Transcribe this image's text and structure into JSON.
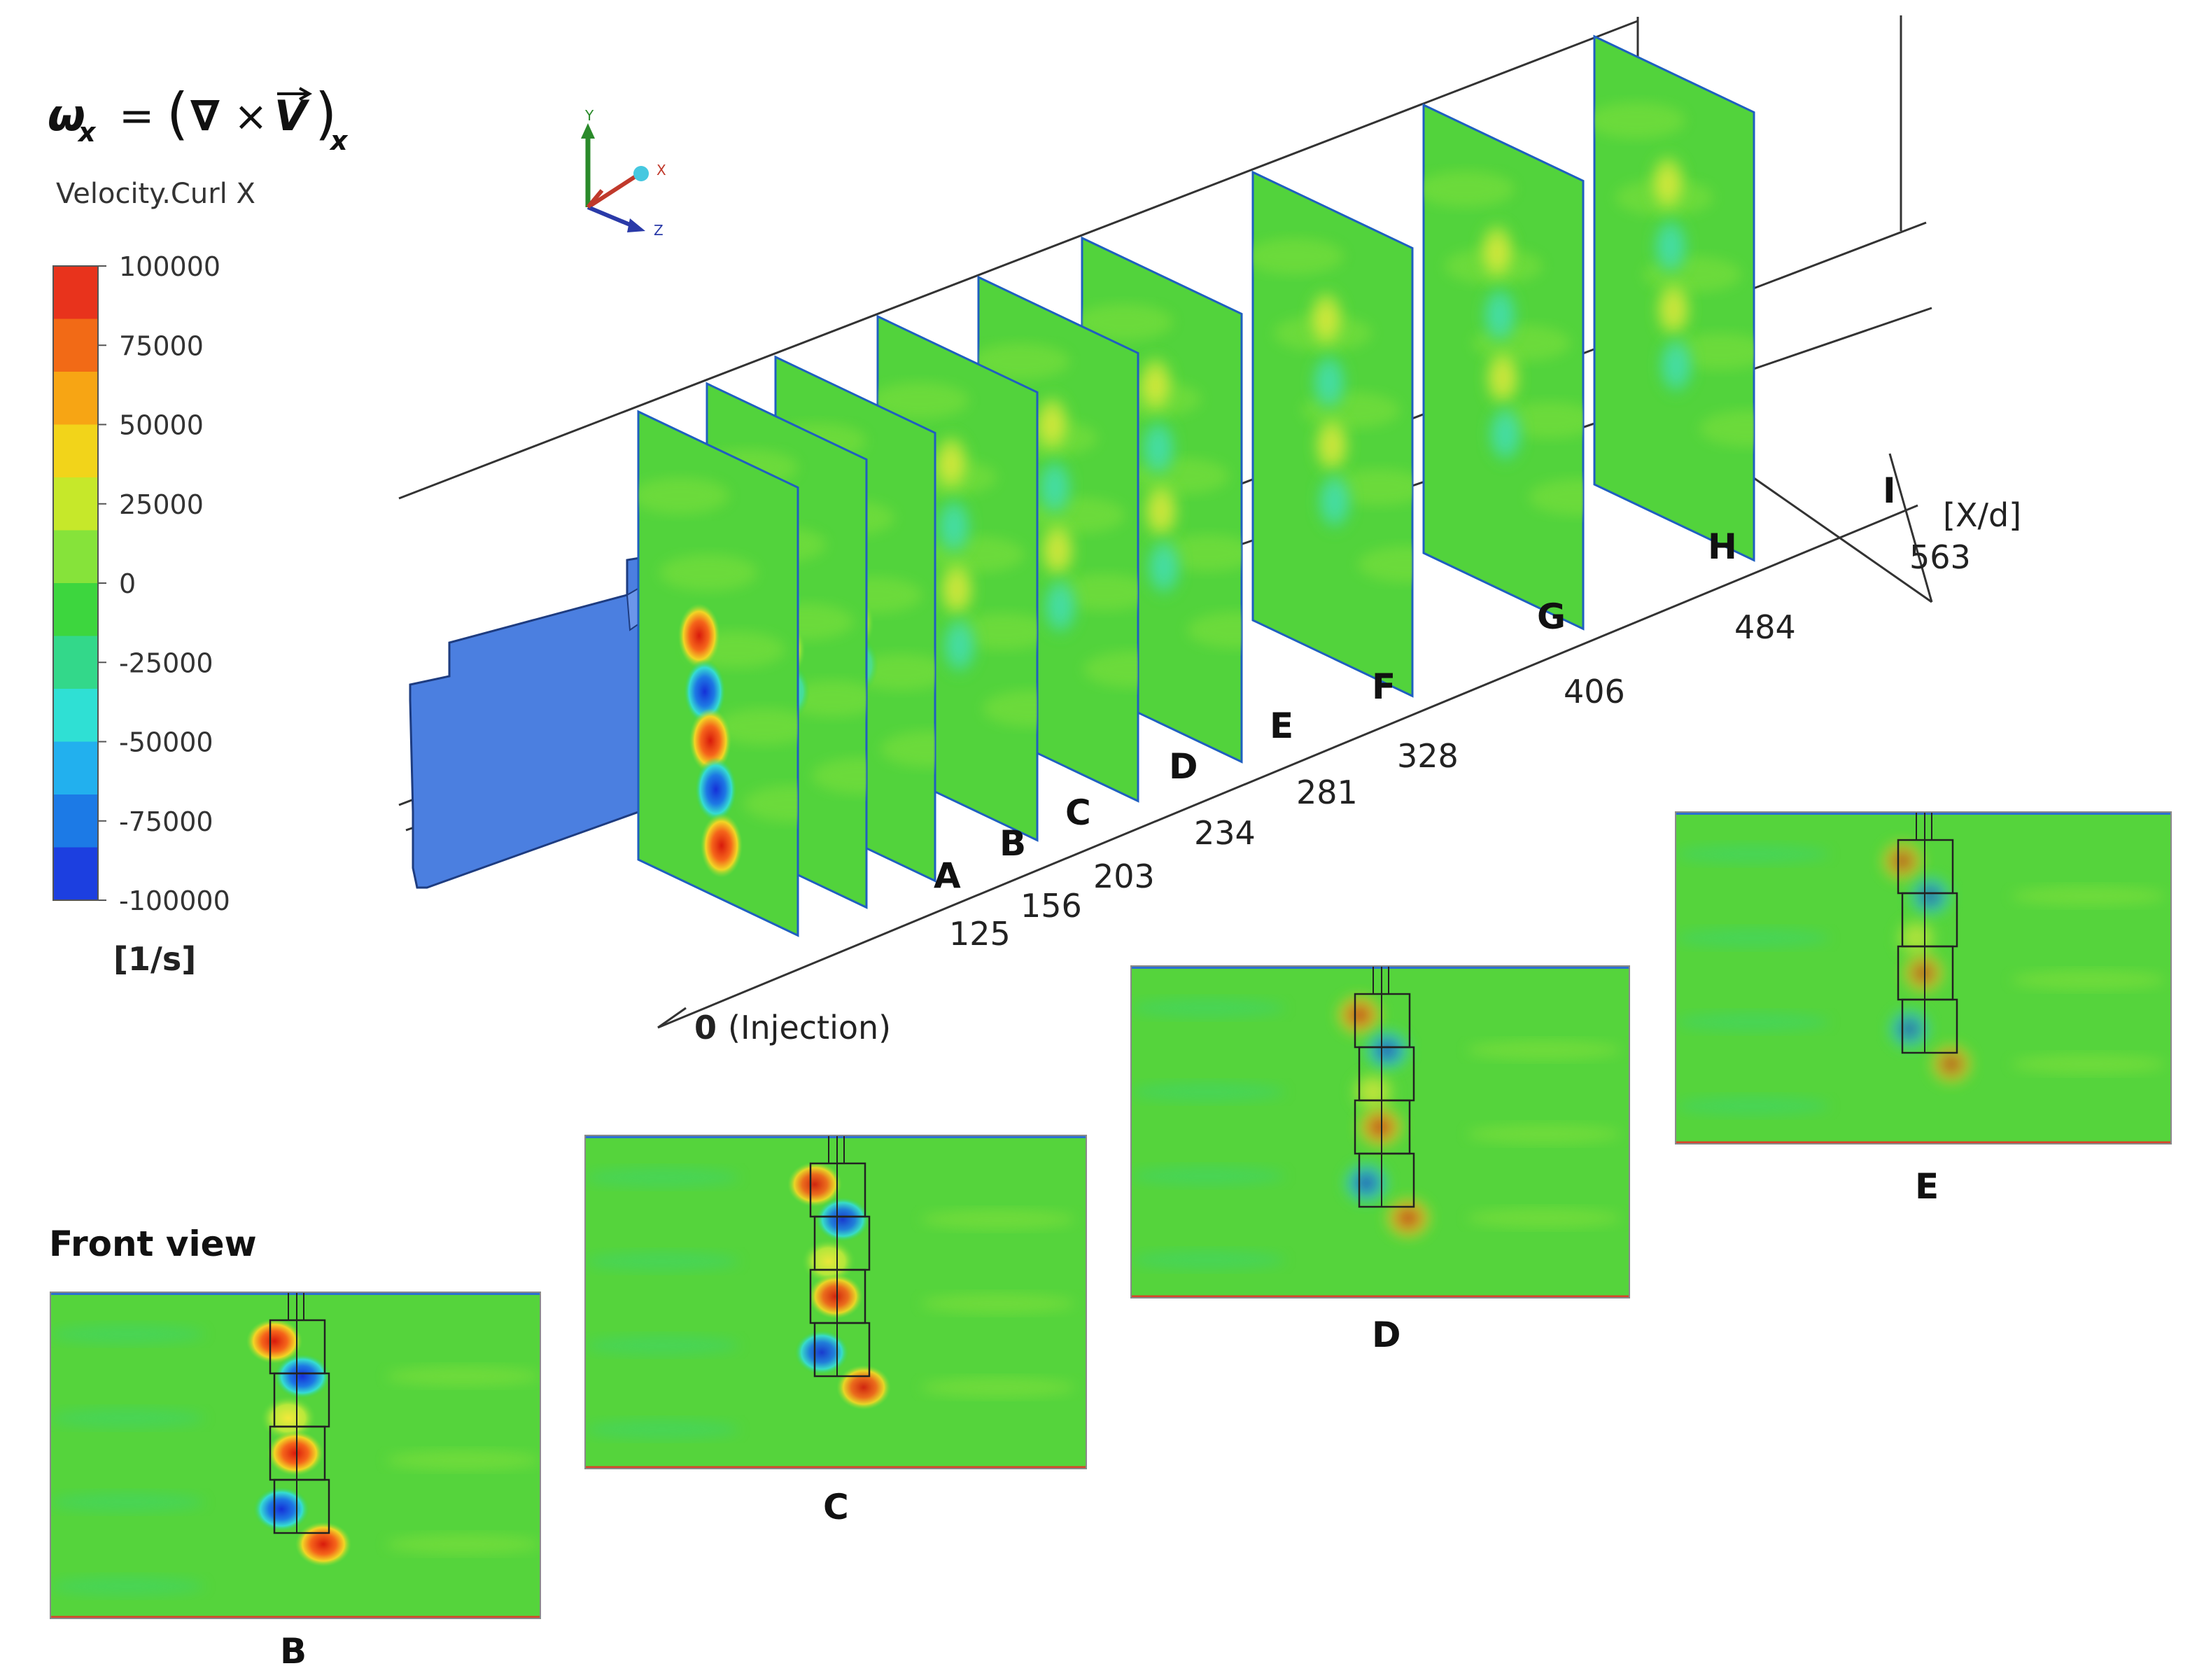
{
  "equation": {
    "lhs": "ω",
    "lhs_sub": "x",
    "eq": "=",
    "nabla": "∇",
    "times": "×",
    "vec": "V",
    "rhs_sub": "x"
  },
  "legend": {
    "title": "Velocity.Curl X",
    "unit": "[1/s]",
    "ticks": [
      "100000",
      "75000",
      "50000",
      "25000",
      "0",
      "-25000",
      "-50000",
      "-75000",
      "-100000"
    ],
    "colors": [
      "#e8331c",
      "#f26a16",
      "#f7a514",
      "#f2d41a",
      "#c6e82a",
      "#86e33a",
      "#3dd63e",
      "#33d88a",
      "#2fe0d4",
      "#22b0ee",
      "#1c7ae6",
      "#1c3fe0"
    ]
  },
  "triad": {
    "x": "X",
    "y": "Y",
    "z": "Z"
  },
  "axis": {
    "unit_label": "[X/d]",
    "origin_value": "0",
    "origin_suffix": "(Injection)",
    "planes": [
      {
        "letter": "A",
        "value": "125"
      },
      {
        "letter": "B",
        "value": "156"
      },
      {
        "letter": "C",
        "value": "203"
      },
      {
        "letter": "D",
        "value": "234"
      },
      {
        "letter": "E",
        "value": "281"
      },
      {
        "letter": "F",
        "value": "328"
      },
      {
        "letter": "G",
        "value": "406"
      },
      {
        "letter": "H",
        "value": "484"
      },
      {
        "letter": "I",
        "value": "563"
      }
    ]
  },
  "front_view": {
    "title": "Front view",
    "panels": [
      {
        "letter": "B"
      },
      {
        "letter": "C"
      },
      {
        "letter": "D"
      },
      {
        "letter": "E"
      }
    ]
  }
}
